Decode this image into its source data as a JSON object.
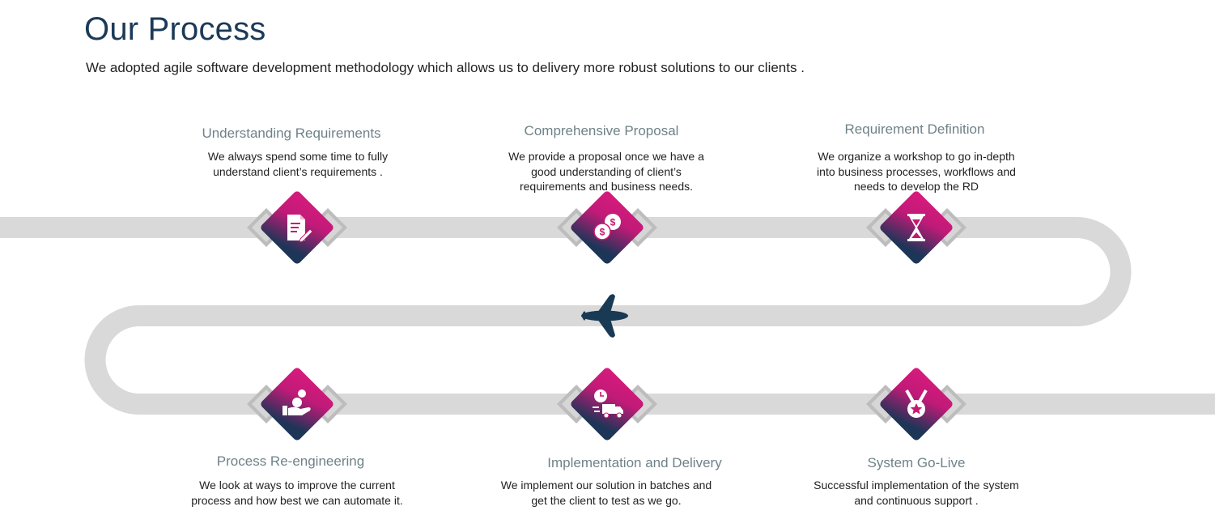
{
  "header": {
    "title": "Our Process",
    "subtitle": "We adopted agile  software development methodology which allows us to delivery more robust solutions to our clients ."
  },
  "colors": {
    "track": "#d9d9d9",
    "diamond_top": "#d81b7d",
    "diamond_bottom": "#1d3557",
    "flank": "#bdbdbd",
    "plane": "#183a55",
    "title": "#1b3a57",
    "step_title": "#6f8288"
  },
  "steps": [
    {
      "title": "Understanding Requirements",
      "description": [
        "We always spend some time to fully",
        "understand client’s requirements ."
      ],
      "icon": "document-edit-icon"
    },
    {
      "title": "Comprehensive Proposal",
      "description": [
        "We provide  a proposal once we have a",
        "good understanding of client’s",
        "requirements and business needs."
      ],
      "icon": "coins-icon"
    },
    {
      "title": "Requirement Definition",
      "description": [
        "We organize a workshop to go in-depth",
        "into business processes, workflows and",
        "needs to develop the RD"
      ],
      "icon": "hourglass-icon"
    },
    {
      "title": "Process Re-engineering",
      "description": [
        "We look at ways to improve the current",
        "process and how best we can automate it."
      ],
      "icon": "hand-coin-icon"
    },
    {
      "title": "Implementation and Delivery",
      "description": [
        "We implement our solution in batches and",
        "get the client to test as we go."
      ],
      "icon": "delivery-truck-icon"
    },
    {
      "title": "System Go-Live",
      "description": [
        "Successful implementation of the system",
        "and continuous support ."
      ],
      "icon": "medal-icon"
    }
  ]
}
